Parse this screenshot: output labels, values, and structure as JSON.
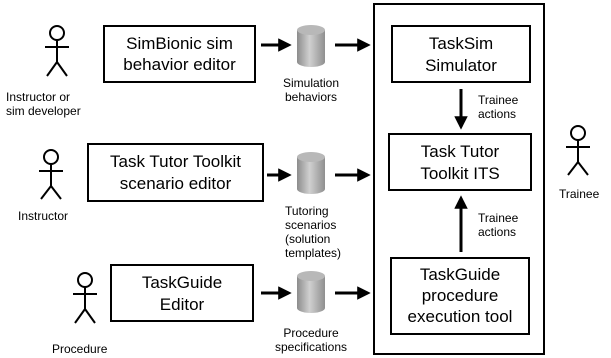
{
  "actors": {
    "instructor_dev": {
      "line1": "Instructor or",
      "line2": "sim developer"
    },
    "instructor": {
      "line1": "Instructor"
    },
    "procedure": {
      "line1": "Procedure"
    },
    "trainee": {
      "line1": "Trainee"
    }
  },
  "editors": {
    "simbionic": {
      "line1": "SimBionic sim",
      "line2": "behavior editor"
    },
    "tasktutor": {
      "line1": "Task Tutor Toolkit",
      "line2": "scenario editor"
    },
    "taskguide": {
      "line1": "TaskGuide",
      "line2": "Editor"
    }
  },
  "stores": {
    "simulation": {
      "line1": "Simulation",
      "line2": "behaviors"
    },
    "tutoring": {
      "line1": "Tutoring",
      "line2": "scenarios",
      "line3": "(solution",
      "line4": "templates)"
    },
    "procedure": {
      "line1": "Procedure",
      "line2": "specifications"
    }
  },
  "runtime": {
    "tasksim": {
      "line1": "TaskSim",
      "line2": "Simulator"
    },
    "its": {
      "line1": "Task Tutor",
      "line2": "Toolkit ITS"
    },
    "taskguide_exec": {
      "line1": "TaskGuide",
      "line2": "procedure",
      "line3": "execution tool"
    },
    "actions_top": {
      "line1": "Trainee",
      "line2": "actions"
    },
    "actions_bottom": {
      "line1": "Trainee",
      "line2": "actions"
    }
  }
}
